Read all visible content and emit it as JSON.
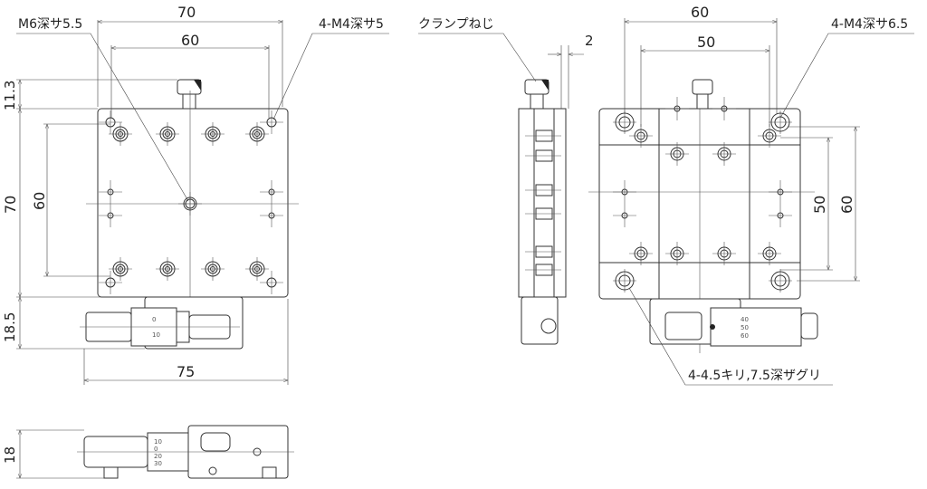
{
  "front_view": {
    "callout_center_tap": "M6深サ5.5",
    "callout_corner_tap": "4-M4深サ5",
    "dim_width_outer": "70",
    "dim_width_inner": "60",
    "dim_screw_height": "11.3",
    "dim_height_outer": "70",
    "dim_height_inner": "60",
    "dim_micrometer_offset": "18.5",
    "dim_total_width": "75"
  },
  "side_view": {
    "callout_clamp": "クランプねじ",
    "dim_clamp_offset": "2"
  },
  "bottom_face_view": {
    "dim_width_outer": "60",
    "dim_width_inner": "50",
    "callout_corner_tap": "4-M4深サ6.5",
    "dim_height_inner": "50",
    "dim_height_outer": "60",
    "callout_counterbore": "4-4.5キリ,7.5深ザグリ",
    "micrometer_scale": [
      "40",
      "50",
      "60"
    ]
  },
  "top_view": {
    "dim_height": "18",
    "micrometer_scale": [
      "10",
      "0",
      "20",
      "30"
    ]
  },
  "front_micrometer_scale": [
    "0",
    "10"
  ]
}
